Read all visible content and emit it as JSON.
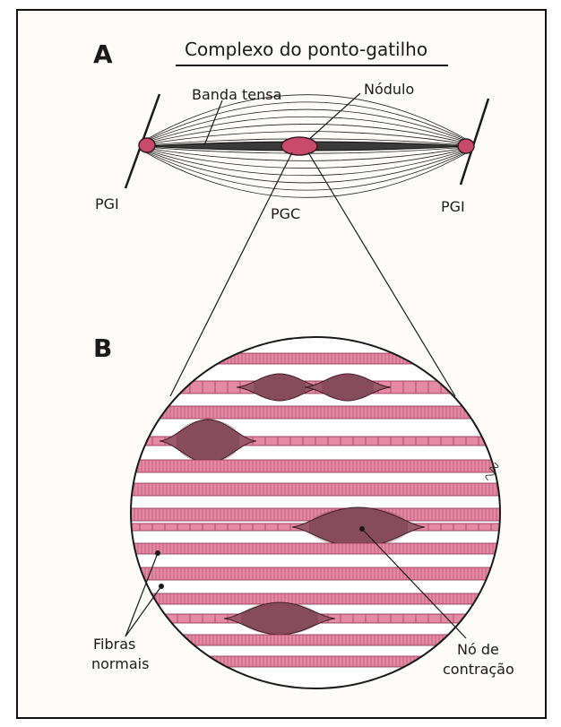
{
  "colors": {
    "fiber": "#e58aa5",
    "fiber_stripe": "#b04a70",
    "knot": "#9a5a6c",
    "knot_stripe": "#5a2a3a",
    "ink": "#1a1a1a",
    "band": "#3a3a3a",
    "node": "#c94a6a"
  },
  "panel_a": {
    "letter": "A",
    "title": "Complexo do ponto-gatilho",
    "label_taut_band": "Banda tensa",
    "label_nodule": "Nódulo",
    "label_pgi_left": "PGI",
    "label_pgc": "PGC",
    "label_pgi_right": "PGI"
  },
  "panel_b": {
    "letter": "B",
    "label_normal_fibers": [
      "Fibras",
      "normais"
    ],
    "label_contraction_knot": [
      "Nó de",
      "contração"
    ]
  }
}
